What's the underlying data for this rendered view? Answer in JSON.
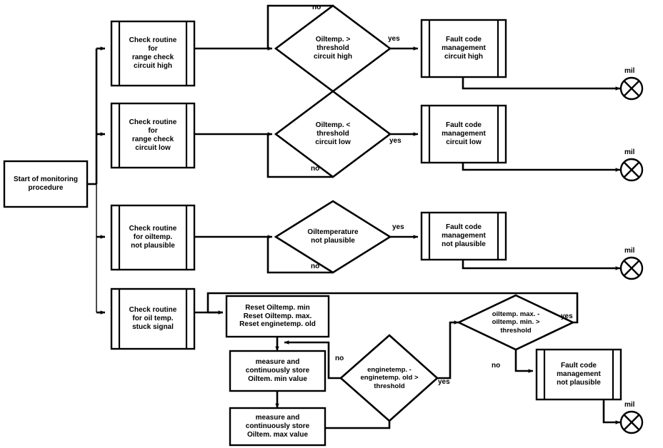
{
  "diagram": {
    "title": "Oil temperature sensor monitoring procedure flowchart",
    "stroke_color": "#000000",
    "fill_color": "#ffffff"
  },
  "nodes": {
    "start": {
      "text": "Start of monitoring\nprocedure",
      "shape": "process"
    },
    "check_high": {
      "text": "Check routine\nfor\nrange check\ncircuit high",
      "shape": "subroutine"
    },
    "check_low": {
      "text": "Check routine\nfor\nrange check\ncircuit low",
      "shape": "subroutine"
    },
    "check_implaus": {
      "text": "Check routine\nfor oiltemp.\nnot plausible",
      "shape": "subroutine"
    },
    "check_stuck": {
      "text": "Check routine\nfor oil temp.\nstuck signal",
      "shape": "subroutine"
    },
    "dec_high": {
      "text": "Oiltemp. >\nthreshold\ncircuit high",
      "shape": "decision"
    },
    "dec_low": {
      "text": "Oiltemp. <\nthreshold\ncircuit low",
      "shape": "decision"
    },
    "dec_implaus": {
      "text": "Oiltemperature\nnot plausible",
      "shape": "decision"
    },
    "dec_enginetemp": {
      "text": "enginetemp. -\nenginetemp. old >\nthreshold",
      "shape": "decision"
    },
    "dec_oilspread": {
      "text": "oiltemp. max. -\noiltemp. min. >\nthreshold",
      "shape": "decision"
    },
    "fault_high": {
      "text": "Fault code\nmanagement\ncircuit high",
      "shape": "subroutine"
    },
    "fault_low": {
      "text": "Fault code\nmanagement\ncircuit low",
      "shape": "subroutine"
    },
    "fault_implaus": {
      "text": "Fault code\nmanagement\nnot plausible",
      "shape": "subroutine"
    },
    "fault_stuck": {
      "text": "Fault code\nmanagement\nnot plausible",
      "shape": "subroutine"
    },
    "reset": {
      "text": "Reset Oiltemp. min\nReset Oiltemp. max.\nReset enginetemp. old",
      "shape": "process"
    },
    "store_min": {
      "text": "measure and\ncontinuously store\nOiltem. min value",
      "shape": "process"
    },
    "store_max": {
      "text": "measure and\ncontinuously store\nOiltem. max value",
      "shape": "process"
    }
  },
  "edge_labels": {
    "high_no": "no",
    "high_yes": "yes",
    "low_no": "no",
    "low_yes": "yes",
    "implaus_no": "no",
    "implaus_yes": "yes",
    "enginetemp_no": "no",
    "enginetemp_yes": "yes",
    "oilspread_no": "no",
    "oilspread_yes": "yes"
  },
  "terminals": {
    "mil_high": {
      "label": "mil",
      "icon": "mil-lamp-icon"
    },
    "mil_low": {
      "label": "mil",
      "icon": "mil-lamp-icon"
    },
    "mil_implaus": {
      "label": "mil",
      "icon": "mil-lamp-icon"
    },
    "mil_stuck": {
      "label": "mil",
      "icon": "mil-lamp-icon"
    }
  }
}
